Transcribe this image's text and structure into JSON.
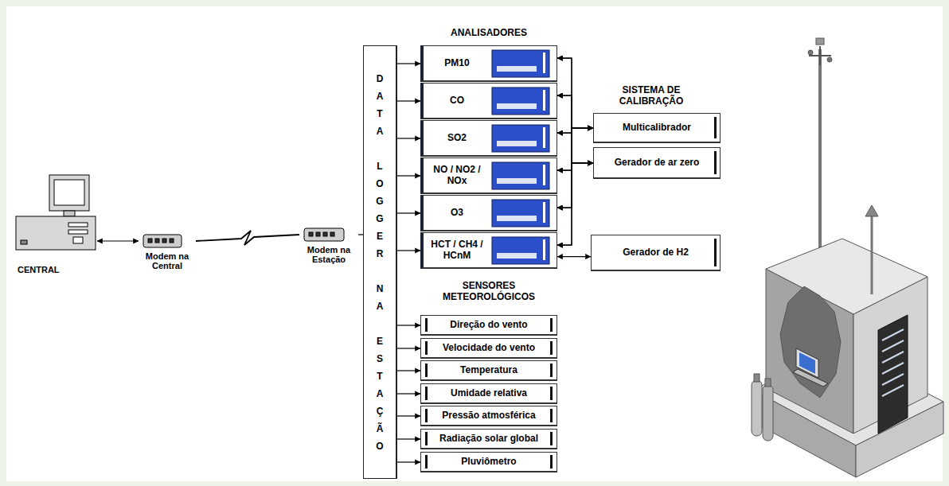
{
  "diagram": {
    "nodes": [
      {
        "text": [
          "CENTRAL"
        ]
      },
      {
        "text": [
          "Modem na Central"
        ]
      },
      {
        "text": [
          "Modem na Estação"
        ]
      },
      {
        "text": [
          "DATA LOGGER NA ESTAÇÃO"
        ]
      },
      {
        "text": [
          "PM10"
        ]
      },
      {
        "text": [
          "CO"
        ]
      },
      {
        "text": [
          "SO2"
        ]
      },
      {
        "text": [
          "NO / NO2 / NOx"
        ]
      },
      {
        "text": [
          "O3"
        ]
      },
      {
        "text": [
          "HCT / CH4 / HCnM"
        ]
      },
      {
        "text": [
          "Multicalibrador"
        ]
      },
      {
        "text": [
          "Gerador de ar zero"
        ]
      },
      {
        "text": [
          "Gerador de H2"
        ]
      },
      {
        "text": [
          "Direção do vento"
        ]
      },
      {
        "text": [
          "Velocidade do vento"
        ]
      },
      {
        "text": [
          "Temperatura"
        ]
      },
      {
        "text": [
          "Umidade relativa"
        ]
      },
      {
        "text": [
          "Pressão atmosférica"
        ]
      },
      {
        "text": [
          "Radiação solar global"
        ]
      },
      {
        "text": [
          "Pluviômetro"
        ]
      }
    ],
    "edges": [
      {
        "from": 0,
        "to": 1,
        "arrow": "both"
      },
      {
        "from": 1,
        "to": 2,
        "arrow": "none"
      },
      {
        "from": 2,
        "to": 3,
        "arrow": "none"
      },
      {
        "from": 3,
        "to": 4,
        "arrow": "to"
      },
      {
        "from": 3,
        "to": 5,
        "arrow": "to"
      },
      {
        "from": 3,
        "to": 6,
        "arrow": "to"
      },
      {
        "from": 3,
        "to": 7,
        "arrow": "to"
      },
      {
        "from": 3,
        "to": 8,
        "arrow": "to"
      },
      {
        "from": 3,
        "to": 9,
        "arrow": "to"
      },
      {
        "from": 3,
        "to": 13,
        "arrow": "to"
      },
      {
        "from": 3,
        "to": 14,
        "arrow": "to"
      },
      {
        "from": 3,
        "to": 15,
        "arrow": "to"
      },
      {
        "from": 3,
        "to": 16,
        "arrow": "to"
      },
      {
        "from": 3,
        "to": 17,
        "arrow": "to"
      },
      {
        "from": 3,
        "to": 18,
        "arrow": "to"
      },
      {
        "from": 3,
        "to": 19,
        "arrow": "to"
      },
      {
        "from": 10,
        "to": 4,
        "arrow": "both"
      },
      {
        "from": 10,
        "to": 5,
        "arrow": "both"
      },
      {
        "from": 10,
        "to": 6,
        "arrow": "both"
      },
      {
        "from": 10,
        "to": 7,
        "arrow": "both"
      },
      {
        "from": 10,
        "to": 8,
        "arrow": "both"
      },
      {
        "from": 10,
        "to": 9,
        "arrow": "both"
      },
      {
        "from": 11,
        "to": 4,
        "arrow": "both"
      },
      {
        "from": 11,
        "to": 5,
        "arrow": "both"
      },
      {
        "from": 11,
        "to": 6,
        "arrow": "both"
      },
      {
        "from": 11,
        "to": 7,
        "arrow": "both"
      },
      {
        "from": 11,
        "to": 8,
        "arrow": "both"
      },
      {
        "from": 11,
        "to": 9,
        "arrow": "both"
      },
      {
        "from": 12,
        "to": 9,
        "arrow": "both"
      }
    ],
    "labels": [
      "ANALISADORES",
      "SISTEMA DE CALIBRAÇÃO",
      "SENSORES METEOROLÓGICOS"
    ]
  }
}
